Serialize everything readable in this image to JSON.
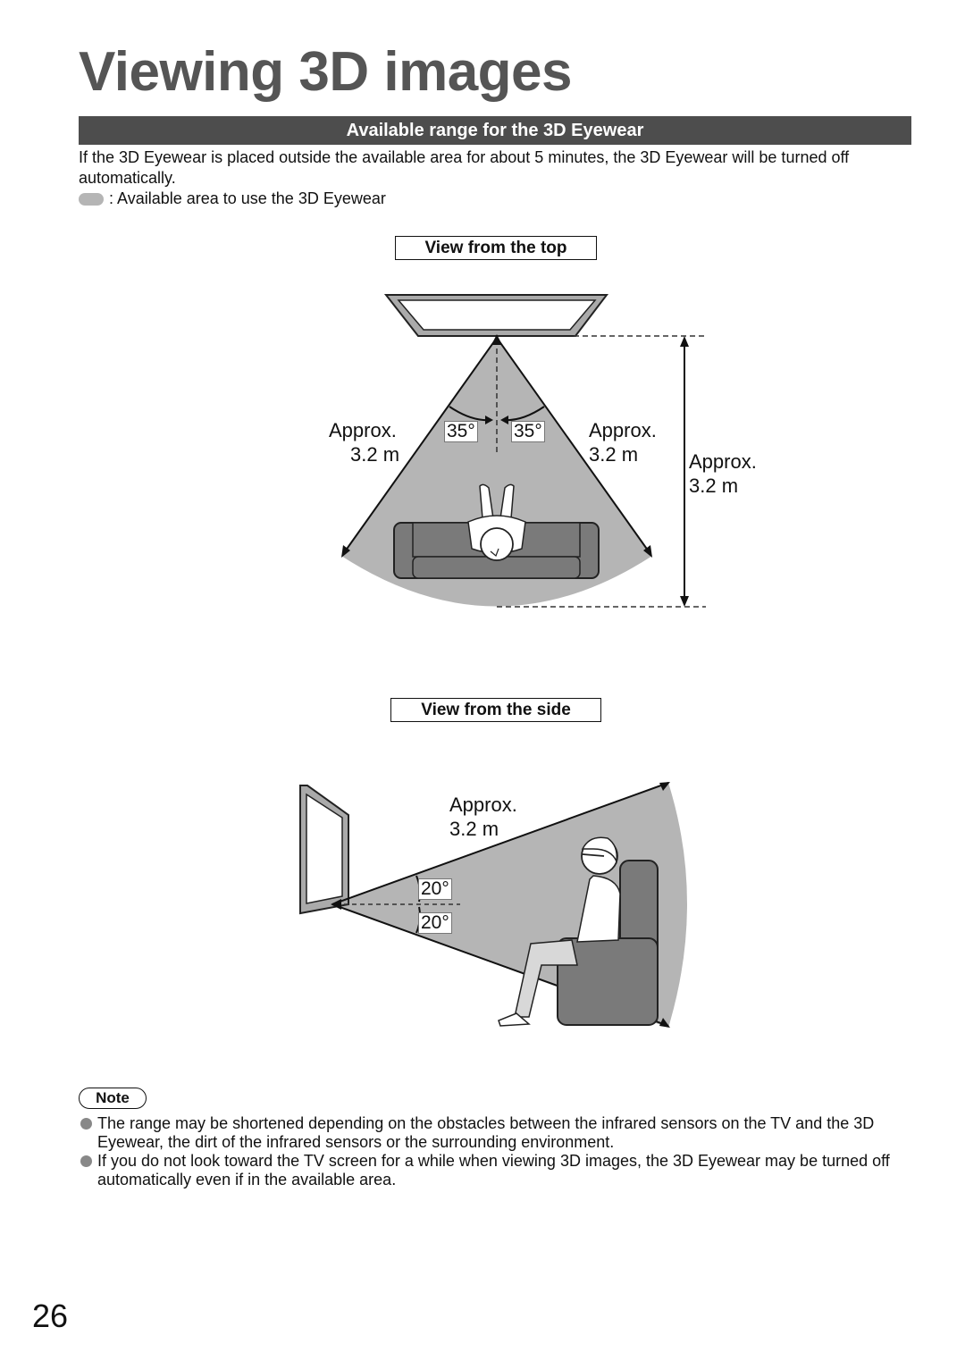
{
  "page": {
    "title": "Viewing 3D images",
    "section_heading": "Available range for the 3D Eyewear",
    "intro_text": "If the 3D Eyewear is placed outside the available area for about 5 minutes, the 3D Eyewear will be turned off automatically.",
    "legend_text": ": Available area to use the 3D Eyewear",
    "page_number": "26"
  },
  "top_view": {
    "label": "View from the top",
    "left_distance": {
      "line1": "Approx.",
      "line2": "3.2 m"
    },
    "right_distance": {
      "line1": "Approx.",
      "line2": "3.2 m"
    },
    "depth_distance": {
      "line1": "Approx.",
      "line2": "3.2 m"
    },
    "left_angle": "35°",
    "right_angle": "35°"
  },
  "side_view": {
    "label": "View from the side",
    "distance": {
      "line1": "Approx.",
      "line2": "3.2 m"
    },
    "upper_angle": "20°",
    "lower_angle": "20°"
  },
  "notes": {
    "label": "Note",
    "items": [
      "The range may be shortened depending on the obstacles between the infrared sensors on the TV and the 3D Eyewear, the dirt of the infrared sensors or the surrounding environment.",
      "If you do not look toward the TV screen for a while when viewing 3D images, the 3D Eyewear may be turned off automatically even if in the available area."
    ]
  },
  "colors": {
    "available_area": "#b5b5b5",
    "heading_bar": "#4d4d4d",
    "title_text": "#555555"
  }
}
